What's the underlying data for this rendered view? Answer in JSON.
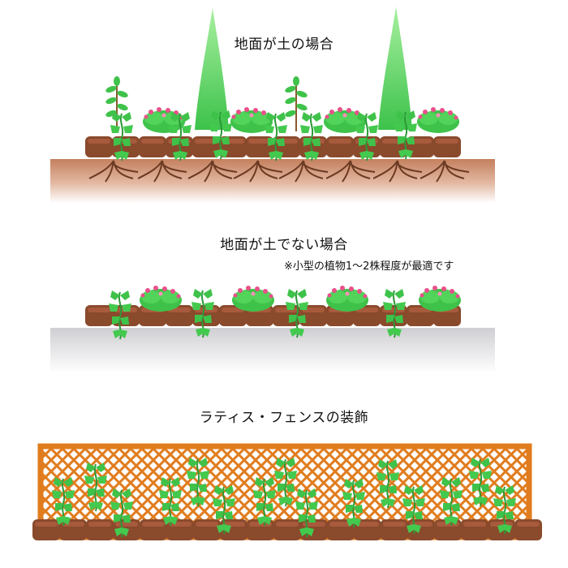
{
  "sections": {
    "soil": {
      "title": "地面が土の場合"
    },
    "hard_ground": {
      "title": "地面が土でない場合",
      "note": "※小型の植物1～2株程度が最適です"
    },
    "lattice": {
      "title": "ラティス・フェンスの装飾"
    }
  },
  "colors": {
    "soil_top": "#c98a6a",
    "soil_bottom": "#ffffff",
    "brick": "#8a4a2c",
    "brick_light": "#b0654a",
    "leaf": "#3fc24a",
    "leaf_dark": "#2a9a36",
    "flower": "#e8508a",
    "conifer": "#5fd65a",
    "lattice": "#e07c1e",
    "pavement": "#d9d9dc"
  },
  "icons": [
    "conifer-icon",
    "flowering-plant-icon",
    "ivy-plant-icon",
    "sapling-icon",
    "root-icon",
    "lattice-fence-icon"
  ]
}
